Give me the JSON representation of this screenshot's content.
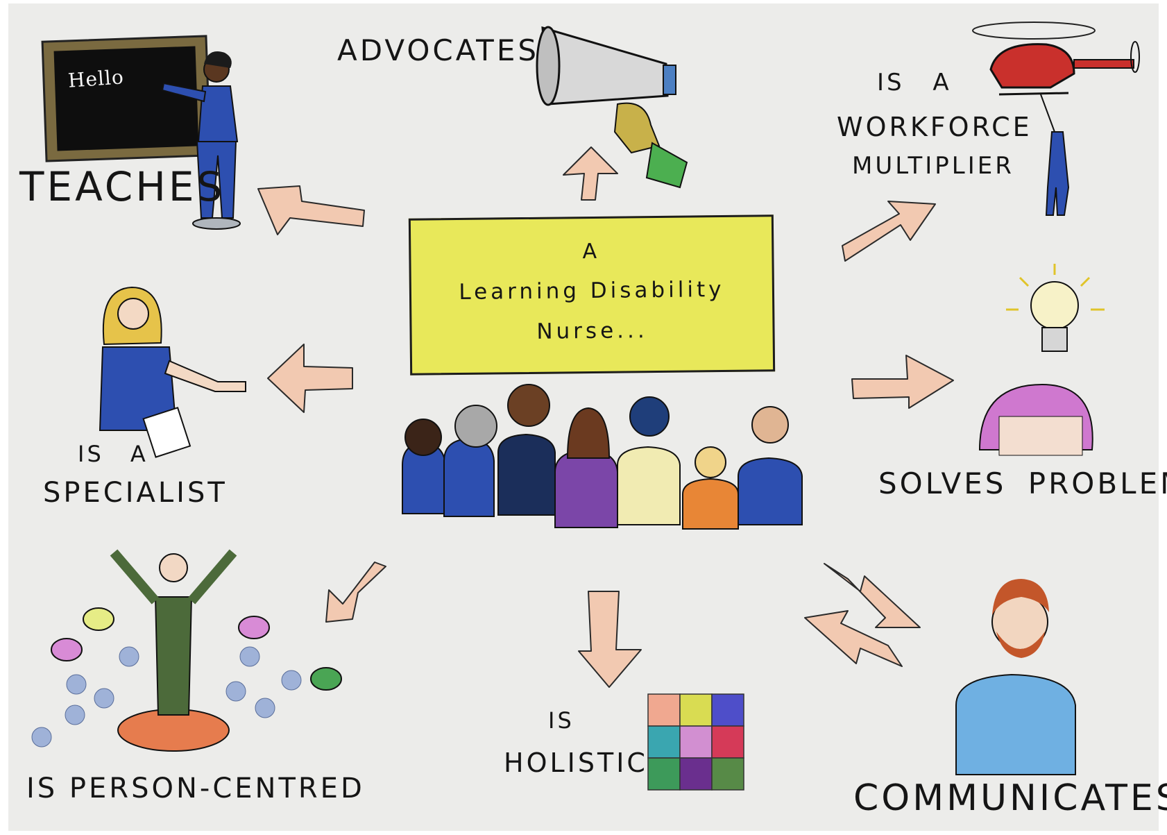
{
  "center": {
    "line1": "A",
    "line2": "Learning Disability",
    "line3": "Nurse..."
  },
  "labels": {
    "advocates": "Advocates",
    "teaches": "Teaches",
    "workforce_line1": "Is a",
    "workforce_line2": "Workforce",
    "workforce_line3": "Multiplier",
    "specialist_line1": "Is a",
    "specialist_line2": "Specialist",
    "solves_problems": "Solves Problems",
    "person_centred": "Is Person-Centred",
    "holistic_line1": "Is",
    "holistic_line2": "Holistic",
    "communicates": "Communicates"
  },
  "chalkboard": {
    "text": "Hello"
  },
  "colors": {
    "background": "#ececea",
    "center_box": "#e8e85a",
    "arrow_fill": "#f2c9b1",
    "uniform_blue": "#2d4fb0",
    "helicopter_red": "#c9302c"
  }
}
